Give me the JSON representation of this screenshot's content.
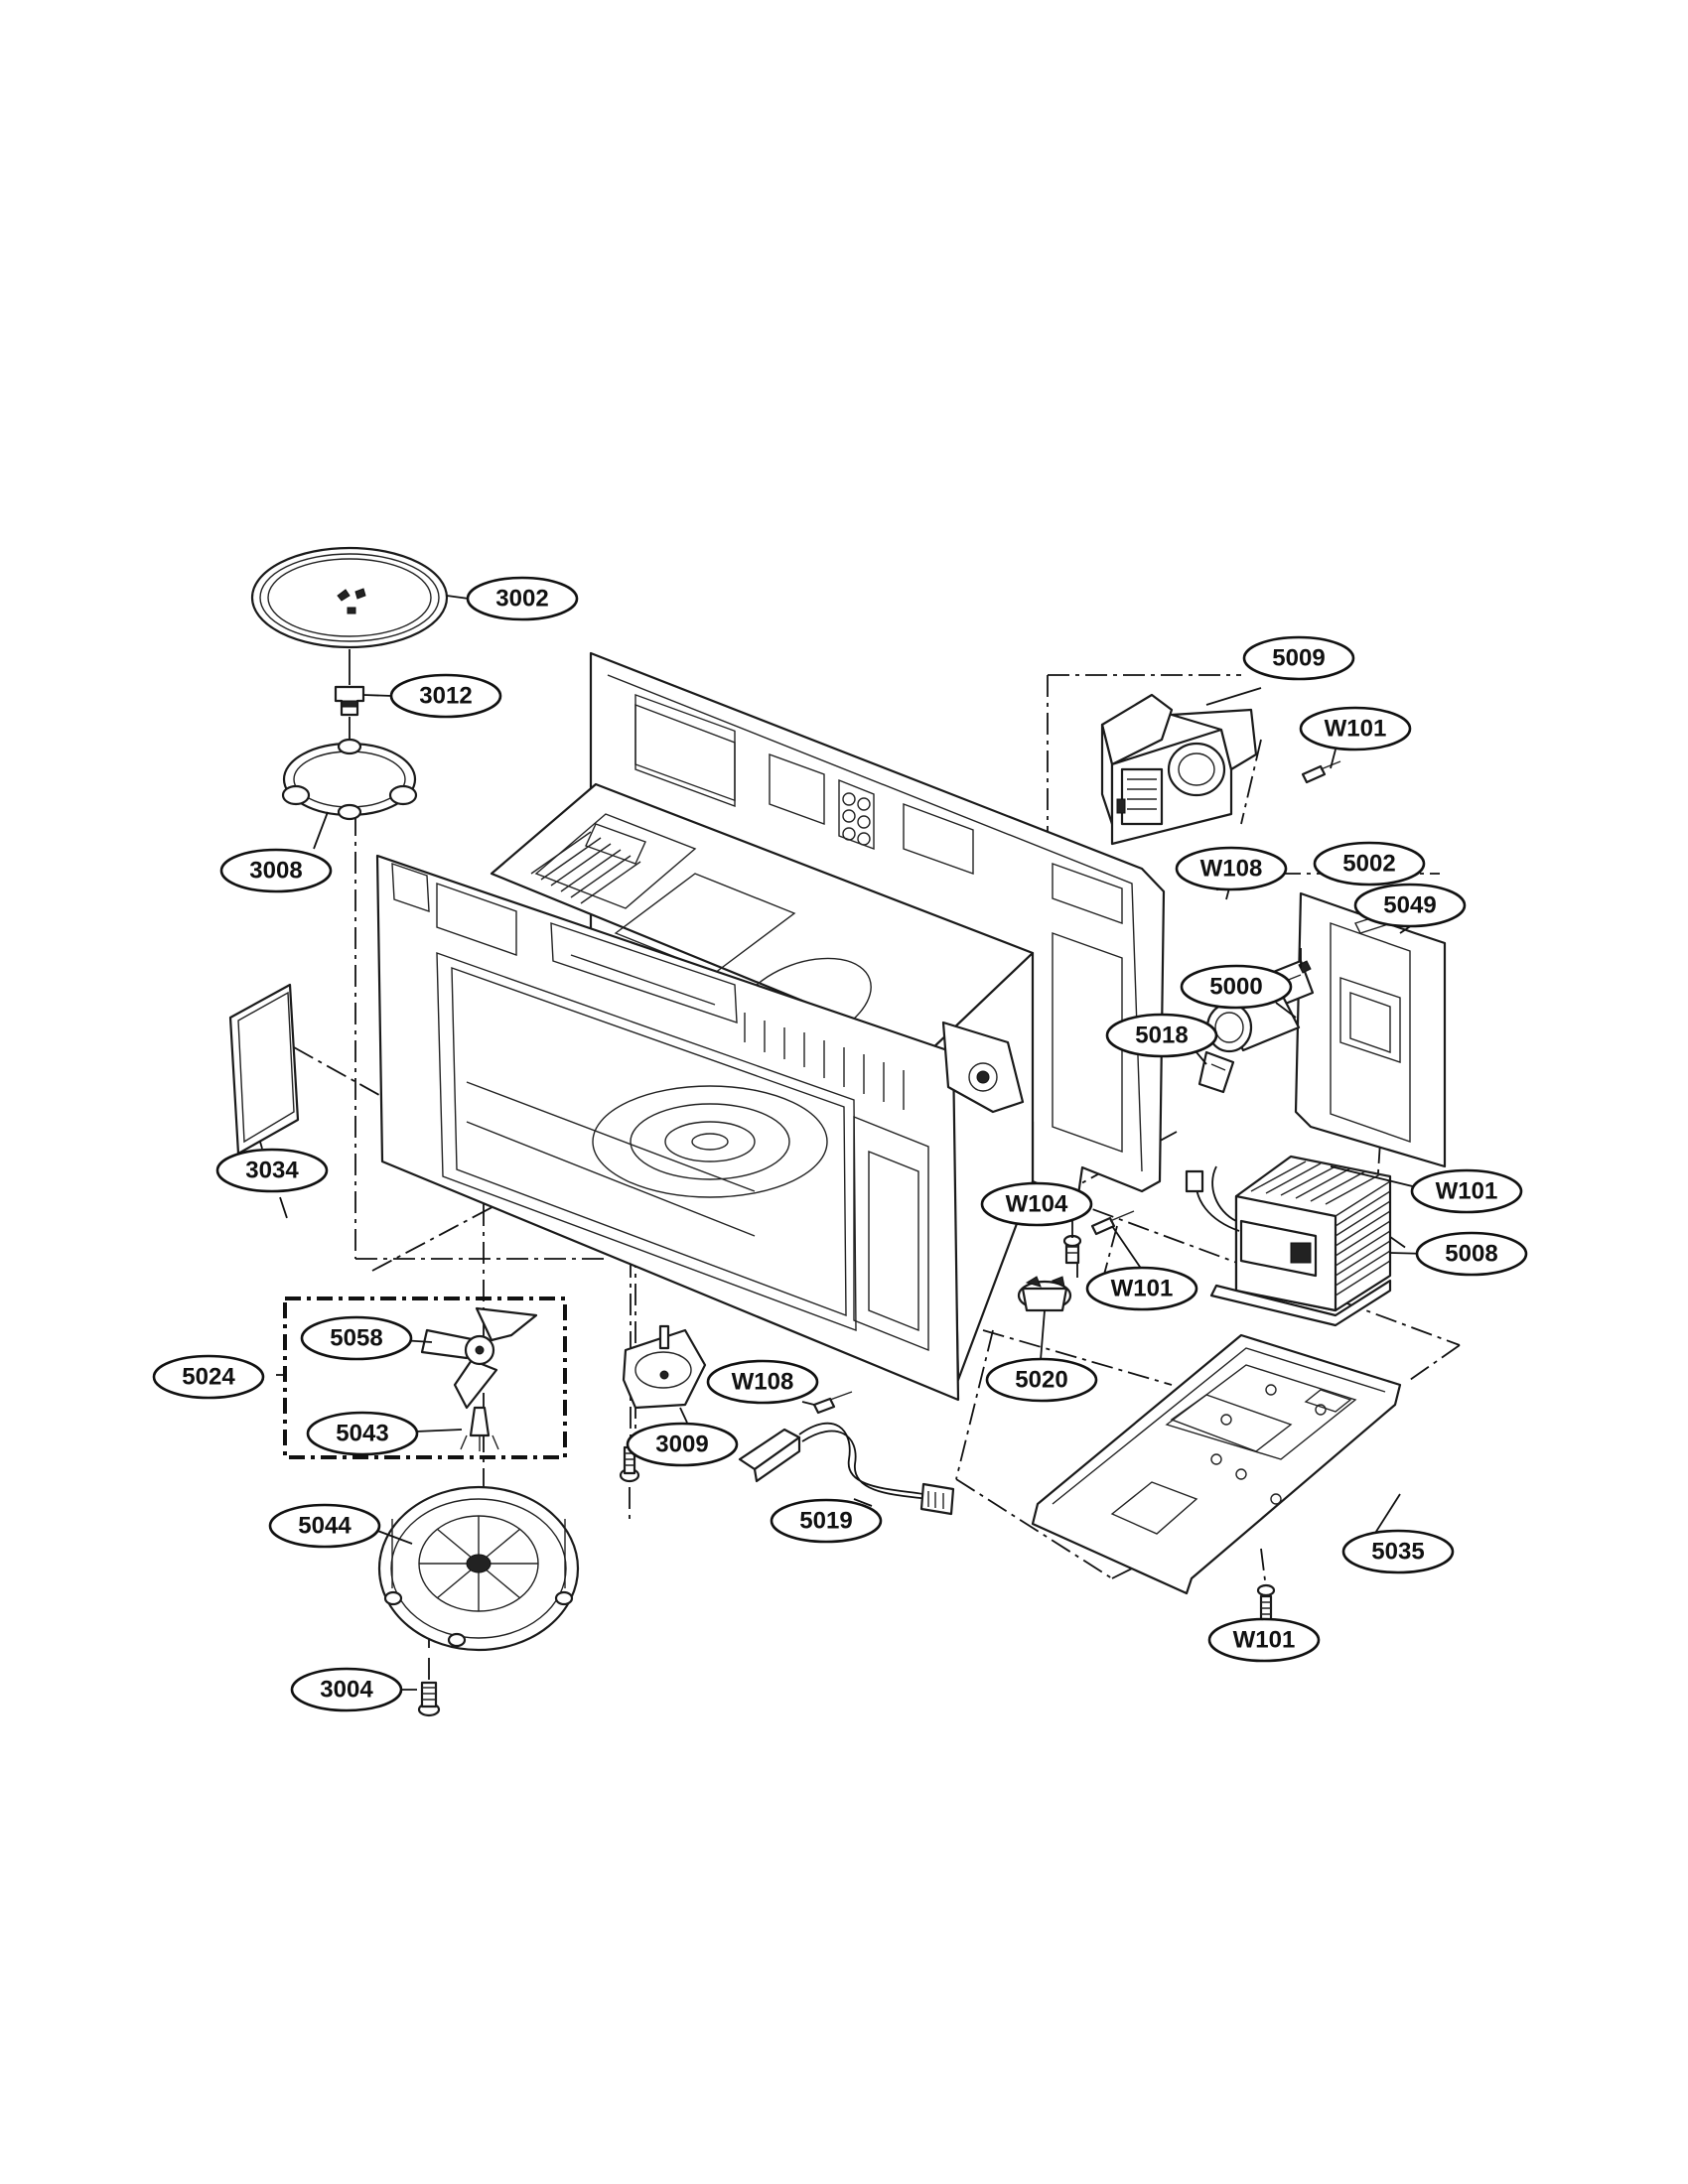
{
  "callouts": {
    "c3002": "3002",
    "c3012": "3012",
    "c3008": "3008",
    "c3034": "3034",
    "c5024": "5024",
    "c5058": "5058",
    "c5043": "5043",
    "c5044": "5044",
    "c3004": "3004",
    "c3009": "3009",
    "c5019": "5019",
    "c5020": "5020",
    "c5035": "5035",
    "c5008": "5008",
    "c5009": "5009",
    "c5002": "5002",
    "c5049": "5049",
    "c5000": "5000",
    "c5018": "5018",
    "w101a": "W101",
    "w101b": "W101",
    "w101c": "W101",
    "w101d": "W101",
    "w104": "W104",
    "w108a": "W108",
    "w108b": "W108"
  }
}
